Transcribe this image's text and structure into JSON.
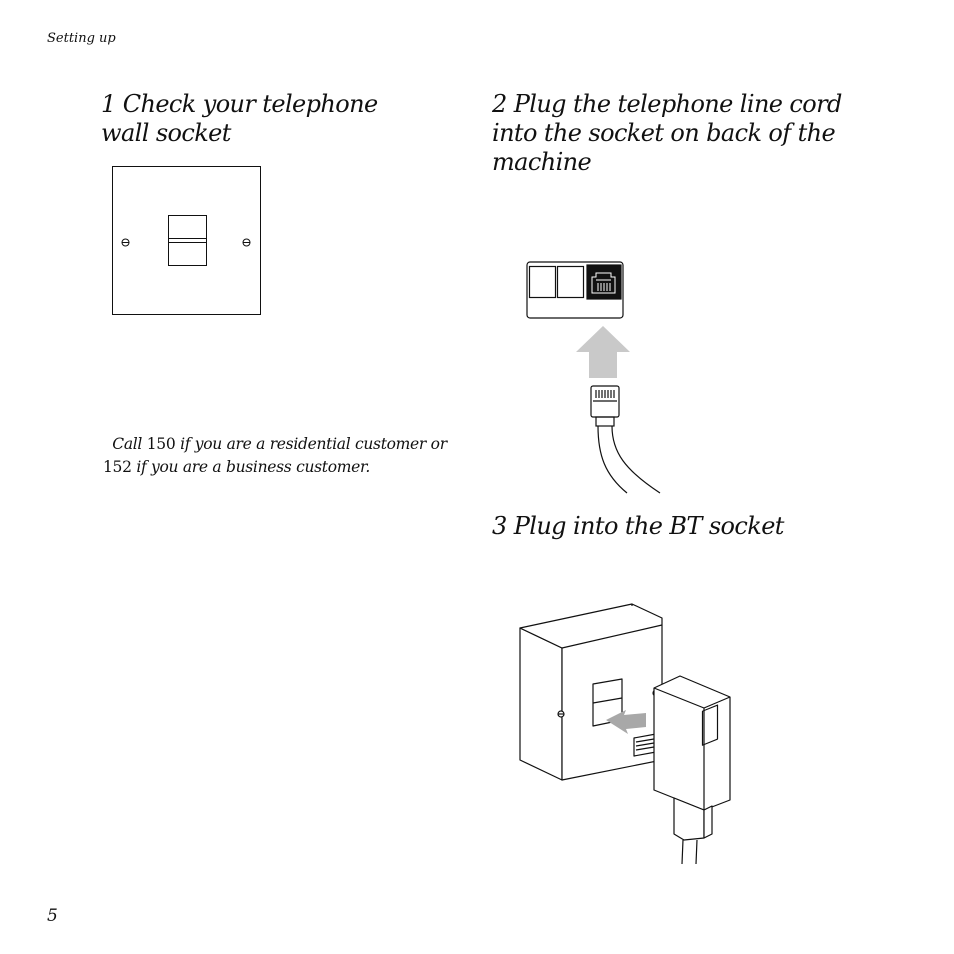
{
  "running_head": "Setting up",
  "page_number": "5",
  "steps": [
    {
      "number": "1",
      "title": "Check your telephone wall socket"
    },
    {
      "number": "2",
      "title": "Plug the telephone line cord into the socket on back of the machine"
    },
    {
      "number": "3",
      "title": "Plug into the BT socket"
    }
  ],
  "note": {
    "lead": "Call",
    "num1": "150",
    "part1": "if you are a residential customer or",
    "num2": "152",
    "part2": "if you are a business customer."
  }
}
